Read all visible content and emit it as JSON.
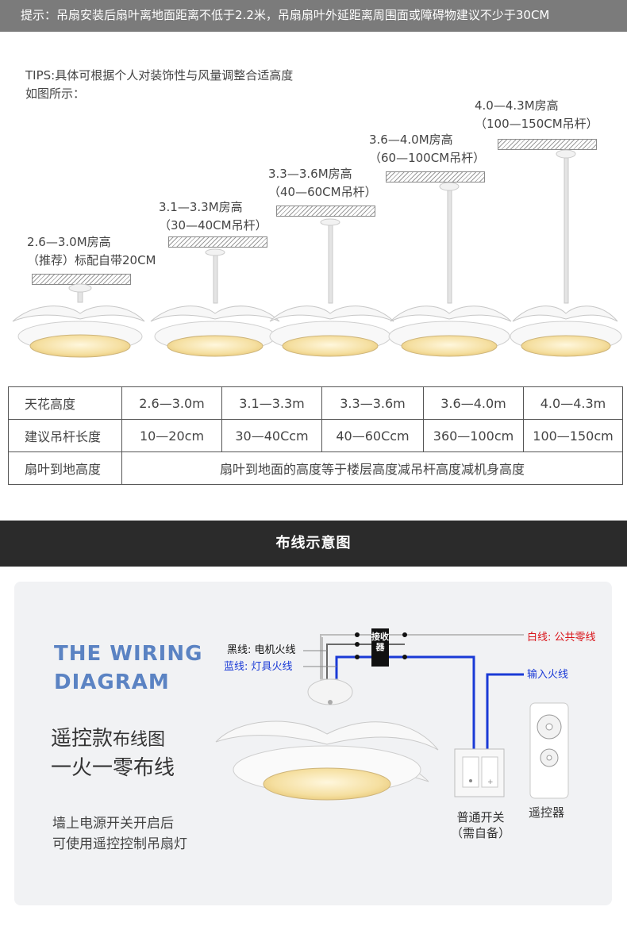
{
  "notice": "提示：吊扇安装后扇叶离地面距离不低于2.2米，吊扇扇叶外延距离周围面或障碍物建议不少于30CM",
  "tips": {
    "line1": "TIPS:具体可根据个人对装饰性与风量调整合适高度",
    "line2": "如图所示："
  },
  "heights": [
    {
      "line1": "2.6—3.0M房高",
      "line2": "（推荐）标配自带20CM"
    },
    {
      "line1": "3.1—3.3M房高",
      "line2": "（30—40CM吊杆）"
    },
    {
      "line1": "3.3—3.6M房高",
      "line2": "（40—60CM吊杆）"
    },
    {
      "line1": "3.6—4.0M房高",
      "line2": "（60—100CM吊杆）"
    },
    {
      "line1": "4.0—4.3M房高",
      "line2": "（100—150CM吊杆）"
    }
  ],
  "table": {
    "row1": [
      "天花高度",
      "2.6—3.0m",
      "3.1—3.3m",
      "3.3—3.6m",
      "3.6—4.0m",
      "4.0—4.3m"
    ],
    "row2": [
      "建议吊杆长度",
      "10—20cm",
      "30—40Ccm",
      "40—60Ccm",
      "360—100cm",
      "100—150cm"
    ],
    "row3": [
      "扇叶到地高度",
      "扇叶到地面的高度等于楼层高度减吊杆高度减机身高度"
    ]
  },
  "wiring": {
    "section_title": "布线示意图",
    "heading_line1": "THE WIRING",
    "heading_line2": "DIAGRAM",
    "remote_a": "遥控款",
    "remote_b": "布线图",
    "remote_line2": "一火一零布线",
    "note_line1": "墙上电源开关开启后",
    "note_line2": "可使用遥控控制吊扇灯",
    "black_wire": "黑线: 电机火线",
    "blue_wire": "蓝线: 灯具火线",
    "white_wire": "白线: 公共零线",
    "input_live": "输入火线",
    "receiver": "接收器",
    "switch_line1": "普通开关",
    "switch_line2": "（需自备）",
    "remote": "遥控器"
  },
  "colors": {
    "notice_bar": "#7b7b7b",
    "section_bar": "#2b2b2b",
    "heading_blue": "#5b83c3",
    "white_wire_label": "#d9141a",
    "blue_wire": "#1a3ad6"
  }
}
